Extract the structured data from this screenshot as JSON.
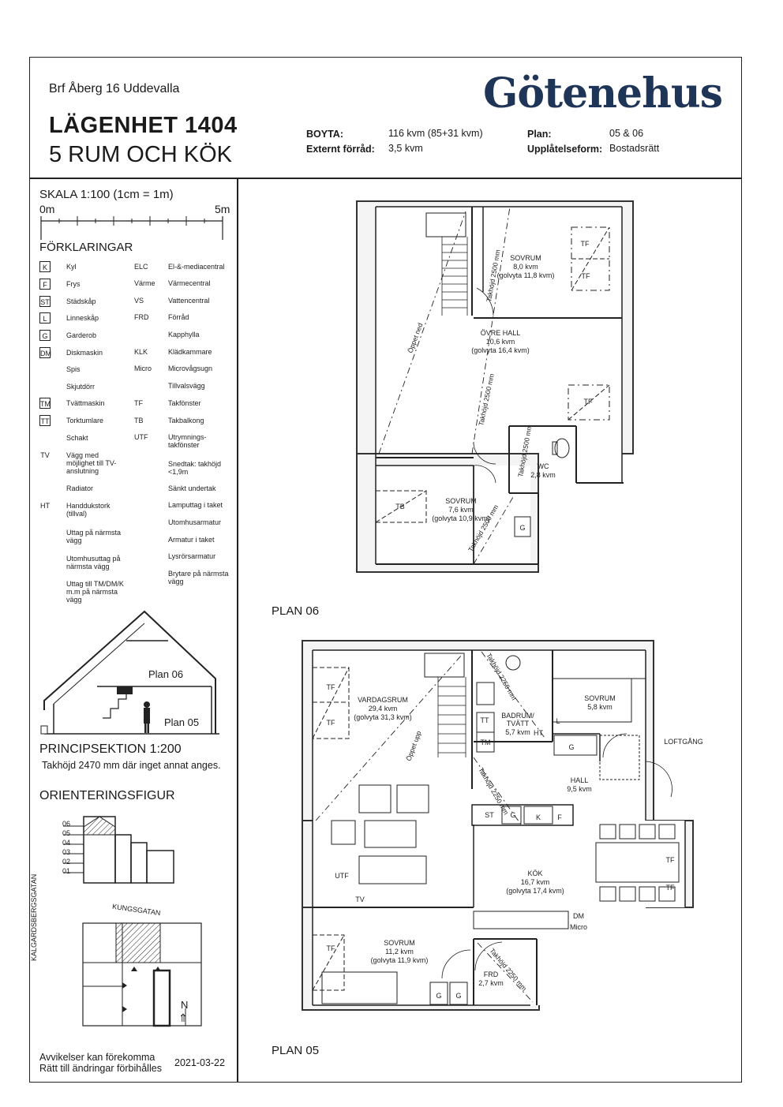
{
  "header": {
    "project": "Brf Åberg 16 Uddevalla",
    "apartment": "LÄGENHET 1404",
    "rooms": "5 RUM OCH KÖK",
    "brand": "Götenehus"
  },
  "info": {
    "boyta_label": "BOYTA:",
    "boyta_value": "116 kvm (85+31 kvm)",
    "storage_label": "Externt förråd:",
    "storage_value": "3,5 kvm",
    "plan_label": "Plan:",
    "plan_value": "05 & 06",
    "tenure_label": "Upplåtelseform:",
    "tenure_value": "Bostadsrätt"
  },
  "scale": {
    "title": "SKALA 1:100 (1cm = 1m)",
    "start": "0m",
    "end": "5m"
  },
  "legend": {
    "title": "FÖRKLARINGAR",
    "items": [
      {
        "sym": "K",
        "text": "Kyl"
      },
      {
        "sym": "F",
        "text": "Frys"
      },
      {
        "sym": "ST",
        "text": "Städskåp"
      },
      {
        "sym": "L",
        "text": "Linneskåp"
      },
      {
        "sym": "G",
        "text": "Garderob"
      },
      {
        "sym": "DM",
        "text": "Diskmaskin"
      },
      {
        "sym": "",
        "text": "Spis"
      },
      {
        "sym": "",
        "text": "Skjutdörr"
      },
      {
        "sym": "TM",
        "text": "Tvättmaskin"
      },
      {
        "sym": "TT",
        "text": "Torktumlare"
      },
      {
        "sym": "",
        "text": "Schakt"
      },
      {
        "sym": "TV",
        "text": "Vägg med möjlighet till TV-anslutning"
      },
      {
        "sym": "",
        "text": "Radiator"
      },
      {
        "sym": "HT",
        "text": "Handdukstork (tillval)"
      },
      {
        "sym": "",
        "text": "Uttag på närmsta vägg"
      },
      {
        "sym": "",
        "text": "Utomhusuttag på närmsta vägg"
      },
      {
        "sym": "",
        "text": "Uttag till TM/DM/K m.m på närmsta vägg"
      }
    ],
    "items_right": [
      {
        "sym": "ELC",
        "text": "El-&-mediacentral"
      },
      {
        "sym": "Värme",
        "text": "Värmecentral"
      },
      {
        "sym": "VS",
        "text": "Vattencentral"
      },
      {
        "sym": "FRD",
        "text": "Förråd"
      },
      {
        "sym": "",
        "text": "Kapphylla"
      },
      {
        "sym": "KLK",
        "text": "Klädkammare"
      },
      {
        "sym": "Micro",
        "text": "Microvågsugn"
      },
      {
        "sym": "",
        "text": "Tillvalsvägg"
      },
      {
        "sym": "TF",
        "text": "Takfönster"
      },
      {
        "sym": "TB",
        "text": "Takbalkong"
      },
      {
        "sym": "UTF",
        "text": "Utrymnings-takfönster"
      },
      {
        "sym": "",
        "text": "Snedtak: takhöjd <1,9m"
      },
      {
        "sym": "",
        "text": "Sänkt undertak"
      },
      {
        "sym": "",
        "text": "Lamputtag i taket"
      },
      {
        "sym": "",
        "text": "Utomhusarmatur"
      },
      {
        "sym": "",
        "text": "Armatur i taket"
      },
      {
        "sym": "",
        "text": "Lysrörsarmatur"
      },
      {
        "sym": "",
        "text": "Brytare på närmsta vägg"
      }
    ]
  },
  "section": {
    "plan06": "Plan 06",
    "plan05": "Plan 05",
    "title": "PRINCIPSEKTION 1:200",
    "note": "Takhöjd 2470 mm där inget annat anges."
  },
  "orientation": {
    "title": "ORIENTERINGSFIGUR",
    "floors": [
      "06",
      "05",
      "04",
      "03",
      "02",
      "01"
    ],
    "street_top": "KUNGSGATAN",
    "street_left": "KALGARDSBERGSGATAN",
    "north": "N"
  },
  "footer": {
    "line1": "Avvikelser kan förekomma",
    "line2": "Rätt till ändringar förbihålles",
    "date": "2021-03-22"
  },
  "plan06": {
    "label": "PLAN 06",
    "rooms": {
      "sovrum1_name": "SOVRUM",
      "sovrum1_area": "8,0 kvm",
      "sovrum1_floor": "(golvyta 11,8 kvm)",
      "hall_name": "ÖVRE HALL",
      "hall_area": "10,6 kvm",
      "hall_floor": "(golvyta 16,4 kvm)",
      "wc_name": "WC",
      "wc_area": "2,8 kvm",
      "sovrum2_name": "SOVRUM",
      "sovrum2_area": "7,6 kvm",
      "sovrum2_floor": "(golvyta 10,9 kvm)"
    },
    "notes": {
      "open_down": "Öppet ned",
      "ceil1": "Takhöjd 2500 mm",
      "ceil2": "Takhöjd 2500 mm",
      "ceil3": "Takhöjd 2500 mm",
      "ceil4": "Takhöjd 2500 mm",
      "tf": "TF",
      "tb": "TB",
      "g": "G"
    }
  },
  "plan05": {
    "label": "PLAN 05",
    "rooms": {
      "vardag_name": "VARDAGSRUM",
      "vardag_area": "29,4 kvm",
      "vardag_floor": "(golvyta 31,3 kvm)",
      "bad_name": "BADRUM/",
      "bad_name2": "TVÄTT",
      "bad_area": "5,7 kvm",
      "sov1_name": "SOVRUM",
      "sov1_area": "5,8 kvm",
      "hall_name": "HALL",
      "hall_area": "9,5 kvm",
      "kok_name": "KÖK",
      "kok_area": "16,7 kvm",
      "kok_floor": "(golvyta 17,4 kvm)",
      "sov2_name": "SOVRUM",
      "sov2_area": "11,2 kvm",
      "sov2_floor": "(golvyta 11,9 kvm)",
      "frd_name": "FRD",
      "frd_area": "2,7 kvm"
    },
    "notes": {
      "loftgang": "LOFTGÅNG",
      "open_up": "Öppet upp",
      "ceil_bad": "Takhöjd 2250 mm",
      "ceil_hall": "Takhöjd 2250 mm",
      "ceil_frd": "Takhöjd 2250 mm",
      "st": "ST",
      "g": "G",
      "k": "K",
      "f": "F",
      "tt": "TT",
      "tm": "TM",
      "ht": "HT",
      "l": "L",
      "dm": "DM",
      "micro": "Micro",
      "tv": "TV",
      "utf": "UTF",
      "tf": "TF"
    }
  }
}
